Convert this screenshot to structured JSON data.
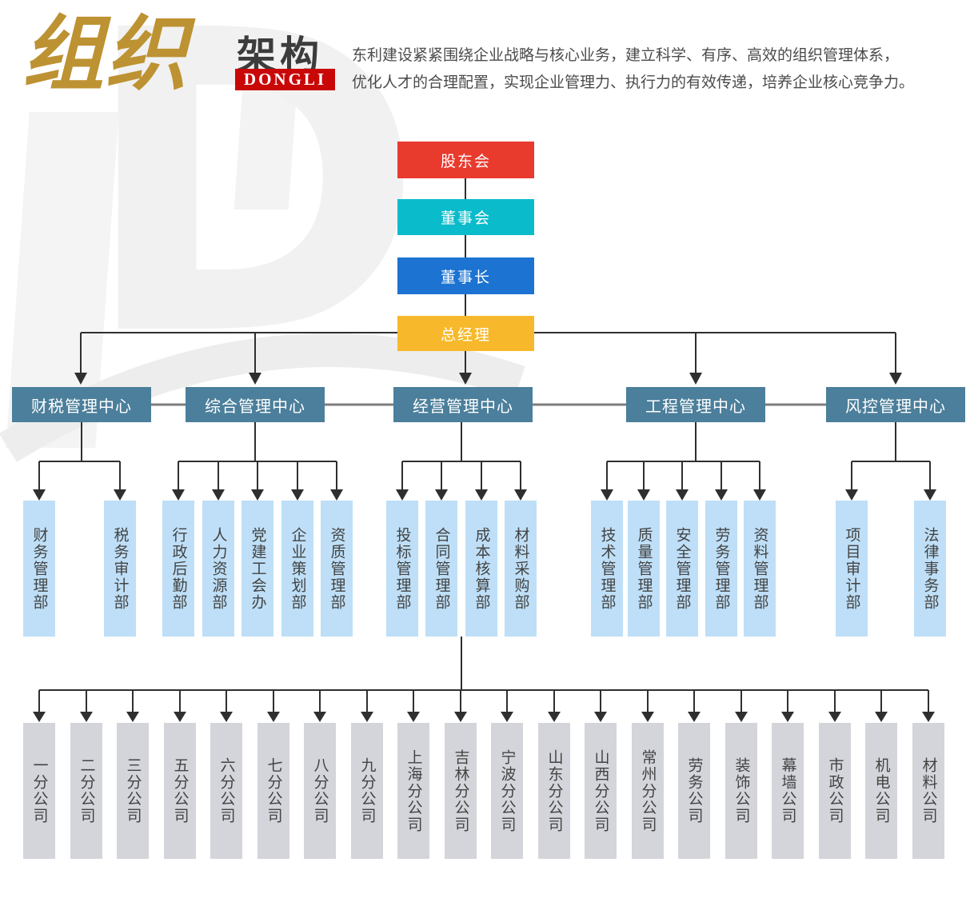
{
  "logo": {
    "title_main": "组织",
    "title_sub": "架构",
    "badge": "DONGLI"
  },
  "intro": {
    "line1": "东利建设紧紧围绕企业战略与核心业务，建立科学、有序、高效的组织管理体系，",
    "line2": "优化人才的合理配置，实现企业管理力、执行力的有效传递，培养企业核心竞争力。"
  },
  "top_chain": [
    {
      "label": "股东会",
      "color": "#e93a2e"
    },
    {
      "label": "董事会",
      "color": "#0abccb"
    },
    {
      "label": "董事长",
      "color": "#1c73d1"
    },
    {
      "label": "总经理",
      "color": "#f7b92b"
    }
  ],
  "centers": [
    {
      "label": "财税管理中心",
      "departments": [
        "财务管理部",
        "税务审计部"
      ]
    },
    {
      "label": "综合管理中心",
      "departments": [
        "行政后勤部",
        "人力资源部",
        "党建工会办",
        "企业策划部",
        "资质管理部"
      ]
    },
    {
      "label": "经营管理中心",
      "departments": [
        "投标管理部",
        "合同管理部",
        "成本核算部",
        "材料采购部"
      ]
    },
    {
      "label": "工程管理中心",
      "departments": [
        "技术管理部",
        "质量管理部",
        "安全管理部",
        "劳务管理部",
        "资料管理部"
      ]
    },
    {
      "label": "风控管理中心",
      "departments": [
        "项目审计部",
        "法律事务部"
      ]
    }
  ],
  "companies": [
    "一分公司",
    "二分公司",
    "三分公司",
    "五分公司",
    "六分公司",
    "七分公司",
    "八分公司",
    "九分公司",
    "上海分公司",
    "吉林分公司",
    "宁波分公司",
    "山东分公司",
    "山西分公司",
    "常州分公司",
    "劳务公司",
    "装饰公司",
    "幕墙公司",
    "市政公司",
    "机电公司",
    "材料公司"
  ],
  "colors": {
    "center_teal": "#4b7f9b",
    "department_blue": "#bedff7",
    "company_gray": "#d3d5db",
    "connector_dark": "#2f2f2f",
    "connector_gray": "#7d7d7d",
    "logo_gold": "#bd9232",
    "badge_red": "#c90707"
  }
}
